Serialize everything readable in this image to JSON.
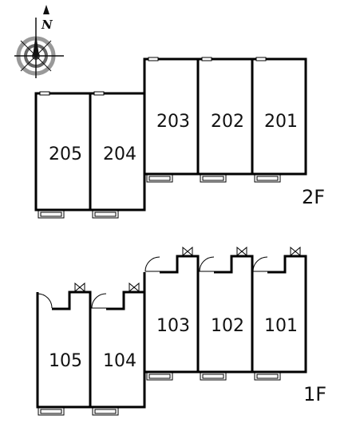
{
  "compass": {
    "north_label": "N"
  },
  "floors": [
    {
      "id": "2F",
      "label": "2F",
      "units": [
        "205",
        "204",
        "203",
        "202",
        "201"
      ]
    },
    {
      "id": "1F",
      "label": "1F",
      "units": [
        "105",
        "104",
        "103",
        "102",
        "101"
      ]
    }
  ]
}
